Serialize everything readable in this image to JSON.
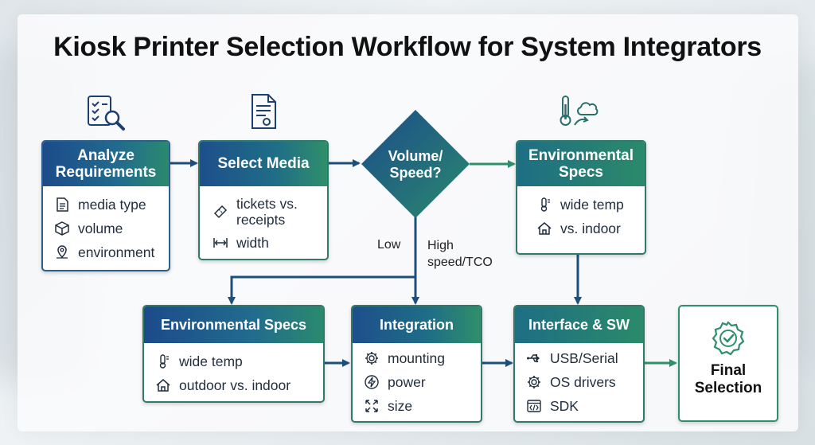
{
  "title": "Kiosk Printer Selection Workflow for System Integrators",
  "colors": {
    "navy": "#1c4b8a",
    "teal": "#2a8a6e",
    "arrow": "#1d4f7c",
    "green_arrow": "#2f8f6a"
  },
  "nodes": {
    "analyze": {
      "title": "Analyze Requirements",
      "items": [
        "media type",
        "volume",
        "environment"
      ]
    },
    "select_media": {
      "title": "Select Media",
      "items": [
        "tickets vs. receipts",
        "width"
      ]
    },
    "decision": {
      "title": "Volume/ Speed?"
    },
    "env_top": {
      "title": "Environmental Specs",
      "items": [
        "wide temp",
        "vs. indoor"
      ]
    },
    "env_bottom": {
      "title": "Environmental Specs",
      "items": [
        "wide temp",
        "outdoor vs. indoor"
      ]
    },
    "integration": {
      "title": "Integration",
      "items": [
        "mounting",
        "power",
        "size"
      ]
    },
    "interface": {
      "title": "Interface & SW",
      "items": [
        "USB/Serial",
        "OS drivers",
        "SDK"
      ]
    },
    "final": {
      "title": "Final Selection"
    }
  },
  "edge_labels": {
    "low": "Low",
    "high": "High speed/TCO"
  },
  "icons": {
    "analyze_top": "checklist-magnifier-icon",
    "select_top": "document-icon",
    "env_top": "thermometer-weather-icon",
    "final_badge": "check-badge-icon"
  }
}
